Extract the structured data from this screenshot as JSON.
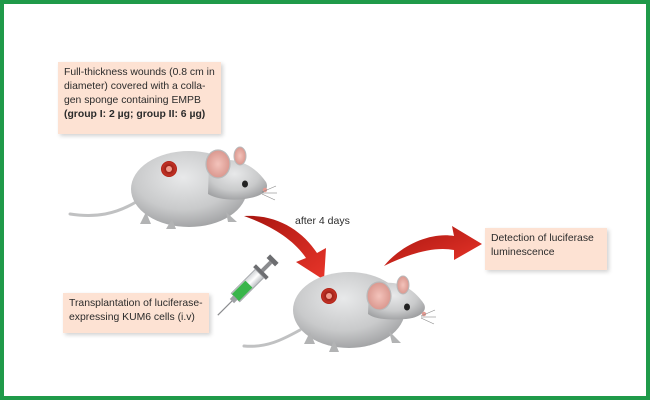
{
  "callouts": {
    "wound": {
      "lines": [
        "Full-thickness wounds (0.8 cm in",
        "diameter) covered with a colla-",
        "gen sponge containing EMPB",
        "(group I: 2 µg; group II: 6 µg)"
      ]
    },
    "transplant": {
      "lines": [
        "Transplantation of luciferase-",
        "expressing KUM6 cells (i.v)"
      ]
    },
    "detection": {
      "lines": [
        "Detection of luciferase",
        "luminescence"
      ]
    }
  },
  "arrow_label": "after 4 days",
  "colors": {
    "frame": "#1f9a49",
    "callout_fill": "#fde2d3",
    "arrow_red": "#d8241c",
    "mouse_body": "#c9cacb",
    "ear_pink": "#e5a8a0",
    "wound_red": "#c8281e",
    "syringe_liquid": "#39b54a"
  },
  "icons": [
    "mouse-icon",
    "wound-icon",
    "syringe-icon",
    "curved-arrow-icon"
  ]
}
